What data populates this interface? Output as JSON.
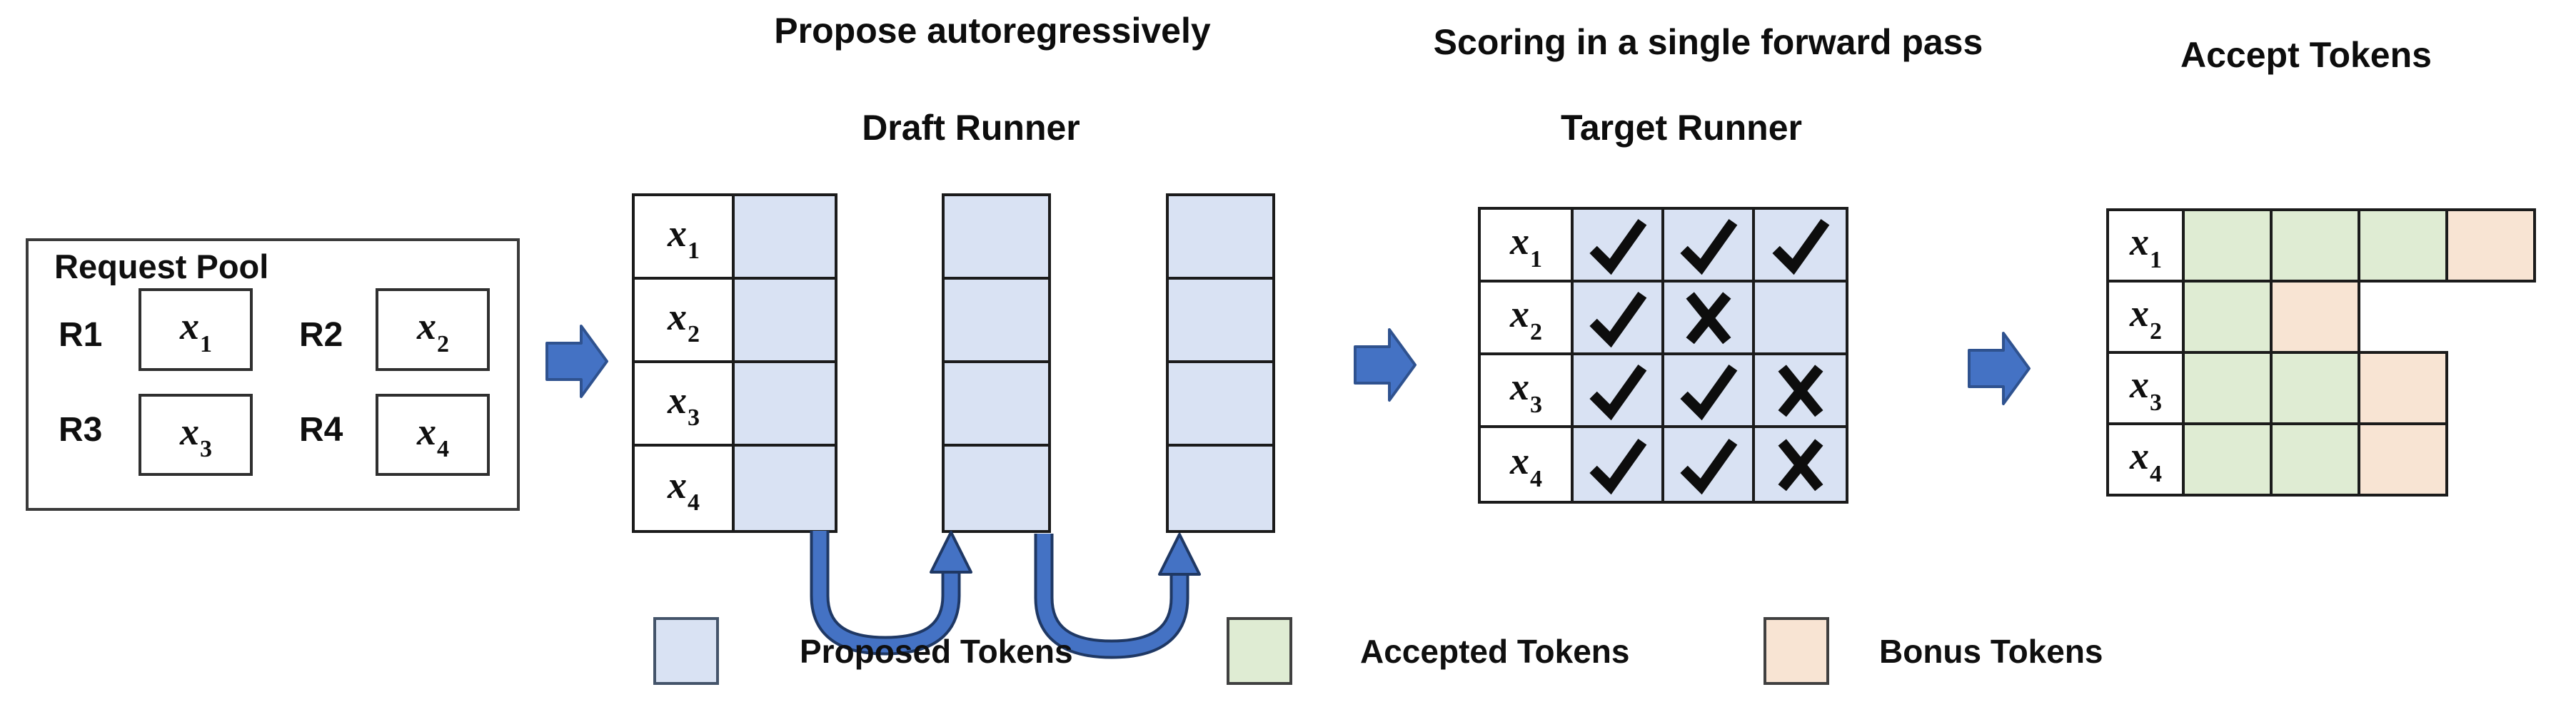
{
  "titles": {
    "draft_caption": "Propose autoregressively",
    "draft_runner": "Draft Runner",
    "target_caption": "Scoring in a single forward pass",
    "target_runner": "Target Runner",
    "accept": "Accept Tokens"
  },
  "request_pool": {
    "title": "Request Pool",
    "requests": [
      {
        "id": "R1",
        "token_base": "x",
        "token_sub": "1"
      },
      {
        "id": "R2",
        "token_base": "x",
        "token_sub": "2"
      },
      {
        "id": "R3",
        "token_base": "x",
        "token_sub": "3"
      },
      {
        "id": "R4",
        "token_base": "x",
        "token_sub": "4"
      }
    ]
  },
  "tokens": [
    {
      "base": "x",
      "sub": "1"
    },
    {
      "base": "x",
      "sub": "2"
    },
    {
      "base": "x",
      "sub": "3"
    },
    {
      "base": "x",
      "sub": "4"
    }
  ],
  "draft_runner": {
    "rows": 4,
    "proposal_steps": 3
  },
  "target_runner": {
    "marks": [
      [
        "check",
        "check",
        "check"
      ],
      [
        "check",
        "cross",
        "none"
      ],
      [
        "check",
        "check",
        "cross"
      ],
      [
        "check",
        "check",
        "cross"
      ]
    ]
  },
  "accept_tokens": {
    "rows": [
      [
        "accepted",
        "accepted",
        "accepted",
        "bonus"
      ],
      [
        "accepted",
        "bonus"
      ],
      [
        "accepted",
        "accepted",
        "bonus"
      ],
      [
        "accepted",
        "accepted",
        "bonus"
      ]
    ]
  },
  "legend": {
    "items": [
      {
        "label": "Proposed Tokens",
        "type": "proposed"
      },
      {
        "label": "Accepted Tokens",
        "type": "accepted"
      },
      {
        "label": "Bonus Tokens",
        "type": "bonus"
      }
    ]
  },
  "colors": {
    "proposed": "#d9e2f3",
    "accepted": "#dfecd3",
    "bonus": "#f8e4d3",
    "arrow_fill": "#4472c4",
    "arrow_edge": "#2f528f",
    "uturn_fill": "#4472c4",
    "uturn_edge": "#1f3864",
    "mark": "#0d0d0d"
  }
}
